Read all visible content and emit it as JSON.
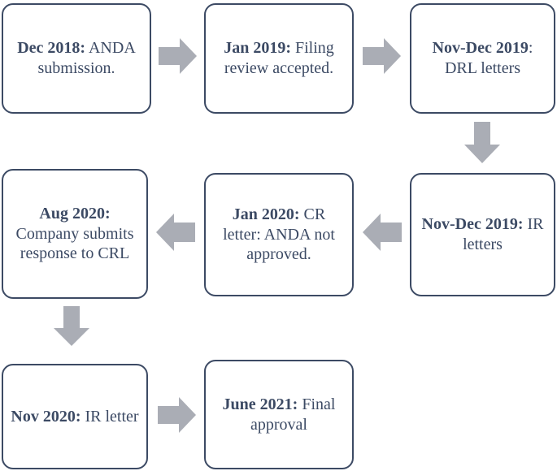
{
  "diagram": {
    "title": "ANDA regulatory review timeline flowchart",
    "accent_border_color": "#3C4A64",
    "text_color": "#3C4A64",
    "arrow_color": "#AAADB5",
    "background_color": "#FFFFFF"
  },
  "nodes": [
    {
      "id": "dec2018",
      "heading": "Dec 2018:",
      "body": "ANDA submission.",
      "full_text": "Dec 2018: ANDA submission.",
      "row": 1,
      "column": 1
    },
    {
      "id": "jan2019",
      "heading": "Jan 2019:",
      "body": "Filing review accepted.",
      "full_text": "Jan 2019: Filing review accepted.",
      "row": 1,
      "column": 2
    },
    {
      "id": "novdec2019-drl",
      "heading": "Nov-Dec 2019",
      "body": ": DRL letters",
      "full_text": "Nov-Dec 2019: DRL letters",
      "row": 1,
      "column": 3
    },
    {
      "id": "novdec2019-ir",
      "heading": "Nov-Dec 2019:",
      "body": " IR letters",
      "full_text": "Nov-Dec 2019: IR letters",
      "row": 2,
      "column": 3
    },
    {
      "id": "jan2020",
      "heading": "Jan 2020:",
      "body": " CR letter: ANDA not approved.",
      "full_text": "Jan 2020: CR letter: ANDA not approved.",
      "row": 2,
      "column": 2
    },
    {
      "id": "aug2020",
      "heading": "Aug 2020:",
      "body": "Company submits response to CRL",
      "full_text": "Aug 2020: Company submits response to CRL",
      "row": 2,
      "column": 1
    },
    {
      "id": "nov2020",
      "heading": "Nov 2020:",
      "body": " IR letter",
      "full_text": "Nov 2020: IR letter",
      "row": 3,
      "column": 1
    },
    {
      "id": "june2021",
      "heading": "June 2021:",
      "body": "Final approval",
      "full_text": "June 2021: Final approval",
      "row": 3,
      "column": 2
    }
  ],
  "connectors": [
    {
      "id": "a1",
      "from": "dec2018",
      "to": "jan2019",
      "direction": "right"
    },
    {
      "id": "a2",
      "from": "jan2019",
      "to": "novdec2019-drl",
      "direction": "right"
    },
    {
      "id": "a3",
      "from": "novdec2019-drl",
      "to": "novdec2019-ir",
      "direction": "down"
    },
    {
      "id": "a4",
      "from": "jan2020",
      "to": "aug2020",
      "direction": "left"
    },
    {
      "id": "a5",
      "from": "novdec2019-ir",
      "to": "jan2020",
      "direction": "left"
    },
    {
      "id": "a6",
      "from": "aug2020",
      "to": "nov2020",
      "direction": "down"
    },
    {
      "id": "a7",
      "from": "nov2020",
      "to": "june2021",
      "direction": "right"
    }
  ]
}
